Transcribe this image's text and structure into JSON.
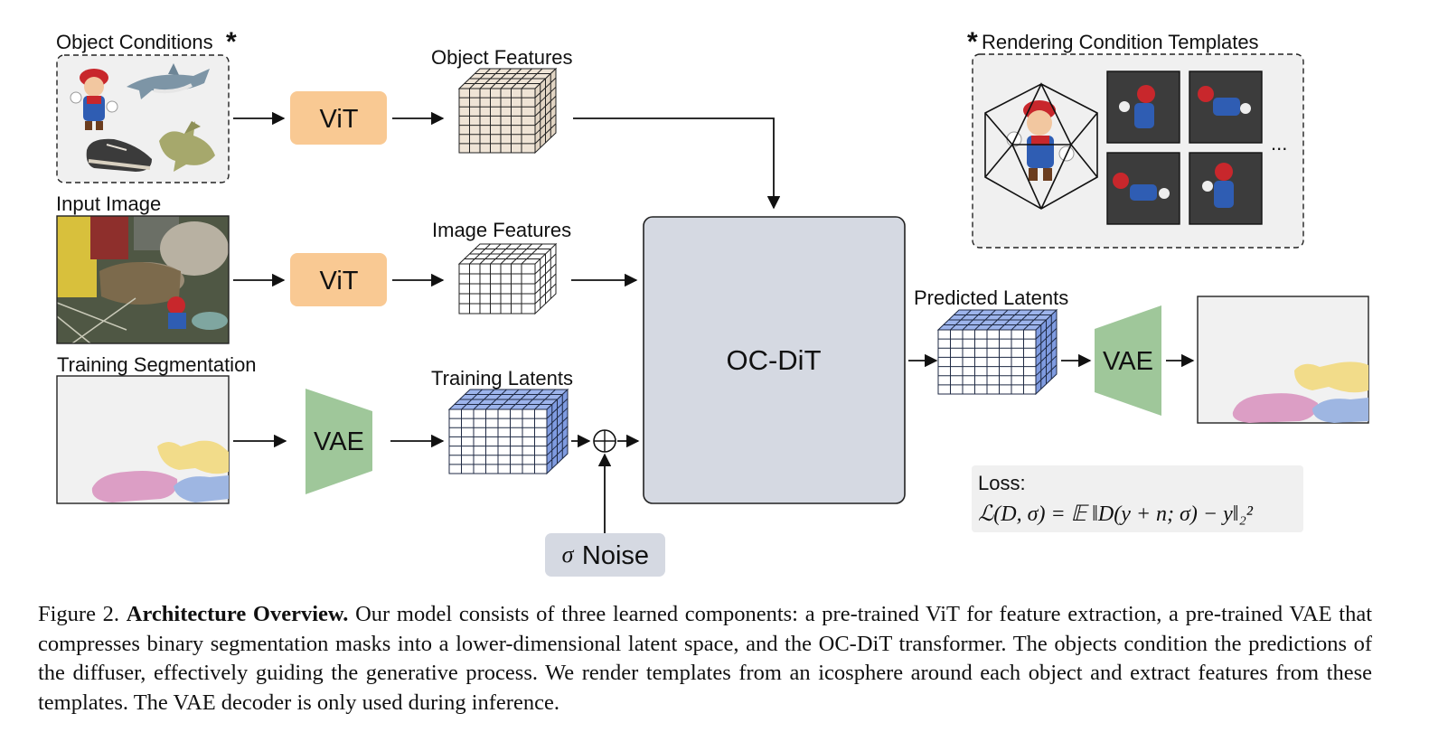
{
  "labels": {
    "object_conditions": "Object Conditions",
    "asterisk": "*",
    "object_features": "Object Features",
    "input_image": "Input Image",
    "image_features": "Image Features",
    "training_segmentation": "Training Segmentation",
    "training_latents": "Training Latents",
    "rendering_templates": "Rendering Condition Templates",
    "predicted_latents": "Predicted Latents",
    "ellipsis": "..."
  },
  "blocks": {
    "vit_top": "ViT",
    "vit_mid": "ViT",
    "vae_left": "VAE",
    "vae_right": "VAE",
    "ocdit": "OC-DiT",
    "noise_sigma": "σ",
    "noise_word": "Noise",
    "plus": "+"
  },
  "loss": {
    "title": "Loss:",
    "formula": "ℒ(D, σ) = 𝔼 ‖D(y + n; σ) − y‖₂²"
  },
  "caption": {
    "prefix": "Figure 2.",
    "title": "Architecture Overview.",
    "body": "Our model consists of three learned components: a pre-trained ViT for feature extraction, a pre-trained VAE that compresses binary segmentation masks into a lower-dimensional latent space, and the OC-DiT transformer. The objects condition the predictions of the diffuser, effectively guiding the generative process. We render templates from an icosphere around each object and extract features from these templates. The VAE decoder is only used during inference."
  },
  "colors": {
    "vit": "#f9c993",
    "vae": "#9fc79a",
    "ocdit": "#d5d9e2",
    "noise": "#d5d9e2",
    "latent_blue": "#9db4ec",
    "feature_beige": "#efe4d6",
    "panel_bg": "#f0f0f0"
  }
}
